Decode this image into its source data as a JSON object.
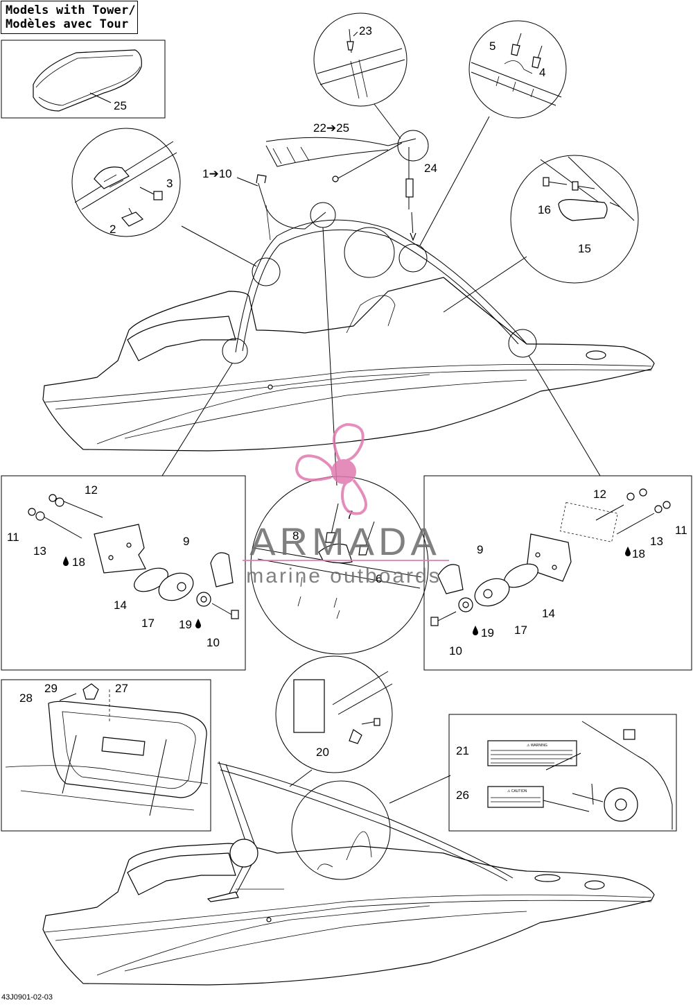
{
  "title": {
    "line1": "Models with Tower/",
    "line2": "Modèles avec Tour"
  },
  "callouts": {
    "c25": "25",
    "c23": "23",
    "c5": "5",
    "c4": "4",
    "c22": "22➔25",
    "c24": "24",
    "c1": "1➔10",
    "c3": "3",
    "c2": "2",
    "c16": "16",
    "c15": "15",
    "left": {
      "c12": "12",
      "c11": "11",
      "c13": "13",
      "c18": "18",
      "c9": "9",
      "c14": "14",
      "c17": "17",
      "c19": "19",
      "c10": "10"
    },
    "center": {
      "c7": "7",
      "c8": "8",
      "c6": "6"
    },
    "right": {
      "c12": "12",
      "c11": "11",
      "c13": "13",
      "c18": "18",
      "c9": "9",
      "c14": "14",
      "c17": "17",
      "c19": "19",
      "c10": "10"
    },
    "c29": "29",
    "c28": "28",
    "c27": "27",
    "c20": "20",
    "c21": "21",
    "c26": "26"
  },
  "decals": {
    "warning": "⚠ WARNING",
    "caution": "⚠ CAUTION"
  },
  "watermark": {
    "brand": "ARMADA",
    "tagline": "marine outboards",
    "color": "#e07ab0"
  },
  "drawing_code": "43J0901-02-03"
}
